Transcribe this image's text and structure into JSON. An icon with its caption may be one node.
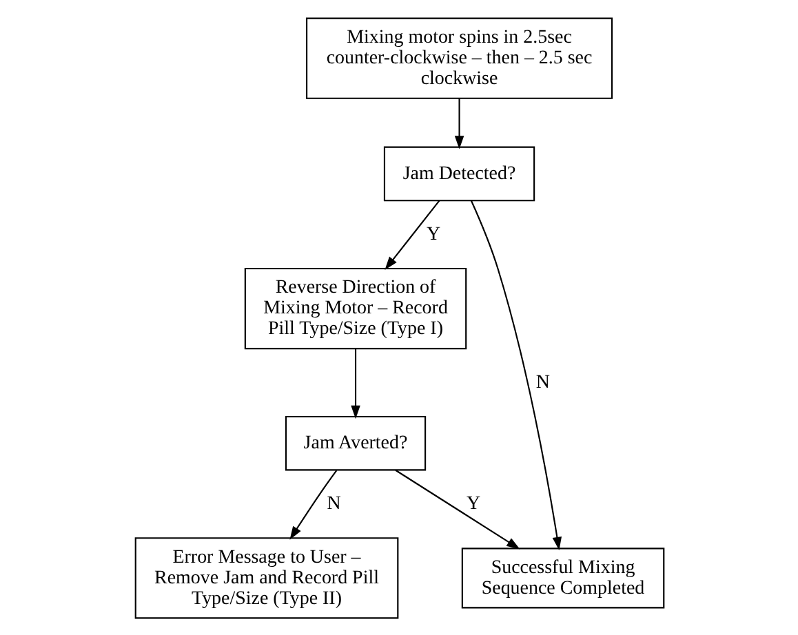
{
  "diagram": {
    "nodes": [
      {
        "text": [
          "Mixing motor spins in 2.5sec counter-clockwise – then – 2.5 sec clockwise"
        ]
      },
      {
        "text": [
          "Jam Detected?"
        ]
      },
      {
        "text": [
          "Reverse Direction of Mixing Motor – Record Pill Type/Size (Type I)"
        ]
      },
      {
        "text": [
          "Successful Mixing Sequence Completed"
        ]
      },
      {
        "text": [
          "Jam Averted?"
        ]
      },
      {
        "text": [
          "Error Message to User – Remove Jam and Record Pill Type/Size (Type II)"
        ]
      }
    ],
    "edges": [
      {
        "from": 0,
        "to": 1,
        "arrow": "to"
      },
      {
        "from": 1,
        "to": 2,
        "arrow": "to",
        "label": "Y"
      },
      {
        "from": 1,
        "to": 3,
        "arrow": "to",
        "label": "N"
      },
      {
        "from": 2,
        "to": 4,
        "arrow": "to"
      },
      {
        "from": 4,
        "to": 3,
        "arrow": "to",
        "label": "Y"
      },
      {
        "from": 4,
        "to": 5,
        "arrow": "to",
        "label": "N"
      }
    ]
  }
}
